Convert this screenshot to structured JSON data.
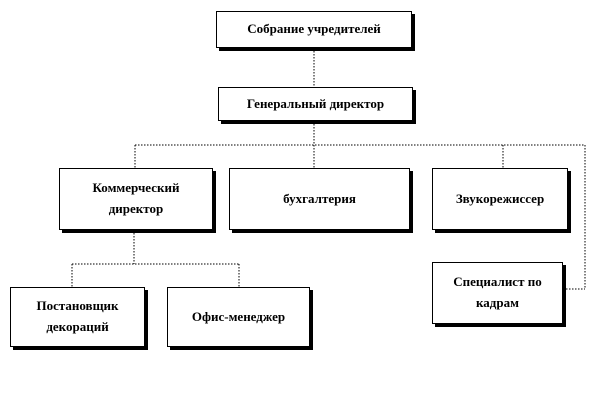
{
  "diagram": {
    "nodes": {
      "founders": "Собрание учредителей",
      "general_director": "Генеральный директор",
      "commercial_director": "Коммерческий директор",
      "accounting": "бухгалтерия",
      "sound_director": "Звукорежиссер",
      "hr_specialist": "Специалист по кадрам",
      "set_designer": "Постановщик декораций",
      "office_manager": "Офис-менеджер"
    }
  }
}
